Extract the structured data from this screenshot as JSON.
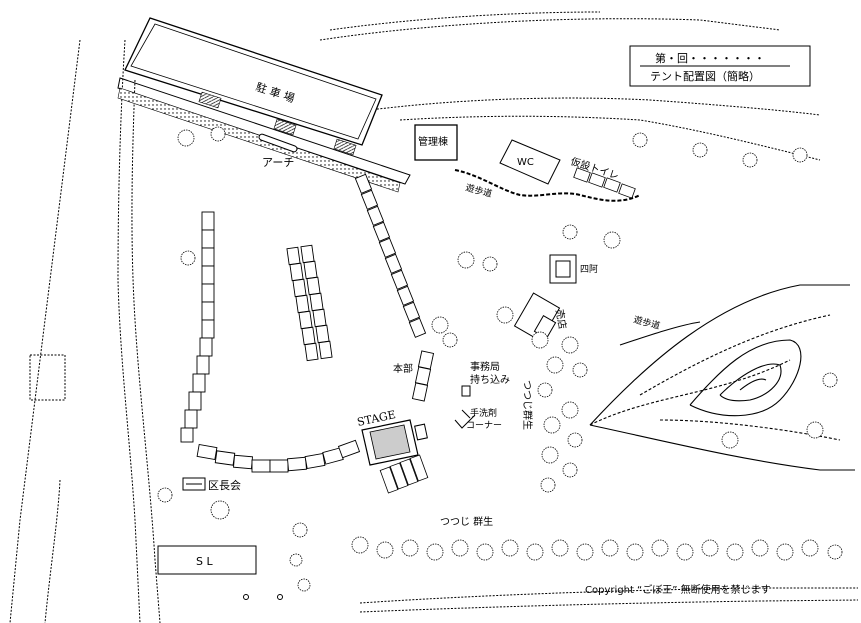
{
  "title_box": {
    "line1": "第・回・・・・・・・",
    "line2": "テント配置図（簡略）"
  },
  "labels": {
    "parking": "駐 車 場",
    "arch": "アーチ",
    "office": "管理棟",
    "wc": "WC",
    "temp_toilet": "仮設トイレ",
    "path1": "遊歩道",
    "path2": "遊歩道",
    "pavilion": "四阿",
    "shop": "売店",
    "hq": "本部",
    "office_carry": "事務局",
    "carry_in": "持ち込み",
    "stage": "STAGE",
    "handwash": "手洗剤",
    "corner": "コーナー",
    "azalea_grove_v": "つつじ群生",
    "azalea_grove_h": "つつじ 群生",
    "ward_assoc": "区長会",
    "sl": "S L",
    "copyright": "Copyright “ごぼ王” 無断使用を禁じます"
  }
}
